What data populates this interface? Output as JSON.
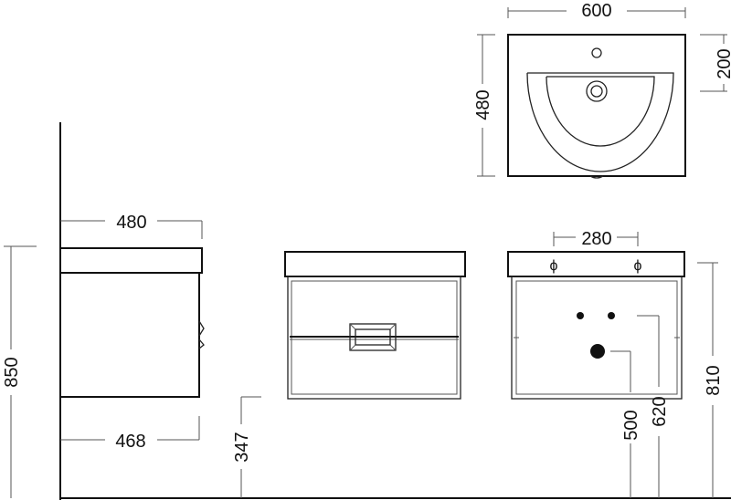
{
  "dimensions": {
    "basin_width": "600",
    "basin_depth": "480",
    "tap_hole_offset": "200",
    "unit_depth_top": "480",
    "unit_depth_bottom": "468",
    "unit_height": "850",
    "floor_gap": "347",
    "tap_spacing": "280",
    "waste_height": "500",
    "supply_height": "620",
    "overall_height": "810"
  },
  "tap_symbol": "ϕ"
}
